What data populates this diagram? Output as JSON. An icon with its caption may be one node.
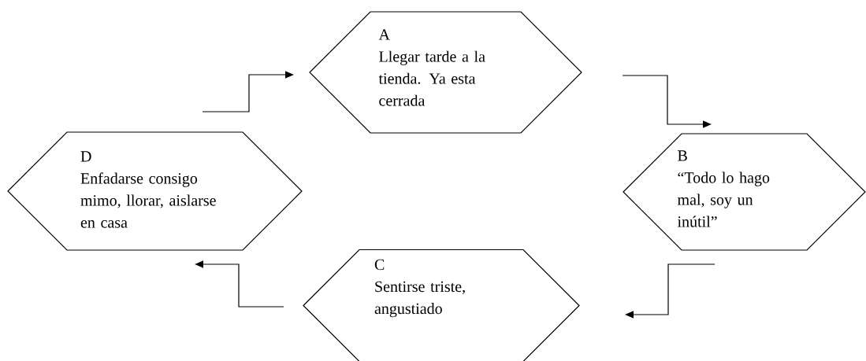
{
  "diagram": {
    "nodes": [
      {
        "text": [
          "A",
          "Llegar tarde a la tienda. Ya esta cerrada"
        ]
      },
      {
        "text": [
          "B",
          "“Todo lo hago mal, soy un inútil”"
        ]
      },
      {
        "text": [
          "C",
          "Sentirse triste, angustiado"
        ]
      },
      {
        "text": [
          "D",
          "Enfadarse consigo mimo, llorar, aislarse en casa"
        ]
      }
    ],
    "edges": [
      {
        "from": 3,
        "to": 0,
        "arrow": "to"
      },
      {
        "from": 0,
        "to": 1,
        "arrow": "to"
      },
      {
        "from": 1,
        "to": 2,
        "arrow": "to"
      },
      {
        "from": 2,
        "to": 3,
        "arrow": "to"
      }
    ]
  }
}
